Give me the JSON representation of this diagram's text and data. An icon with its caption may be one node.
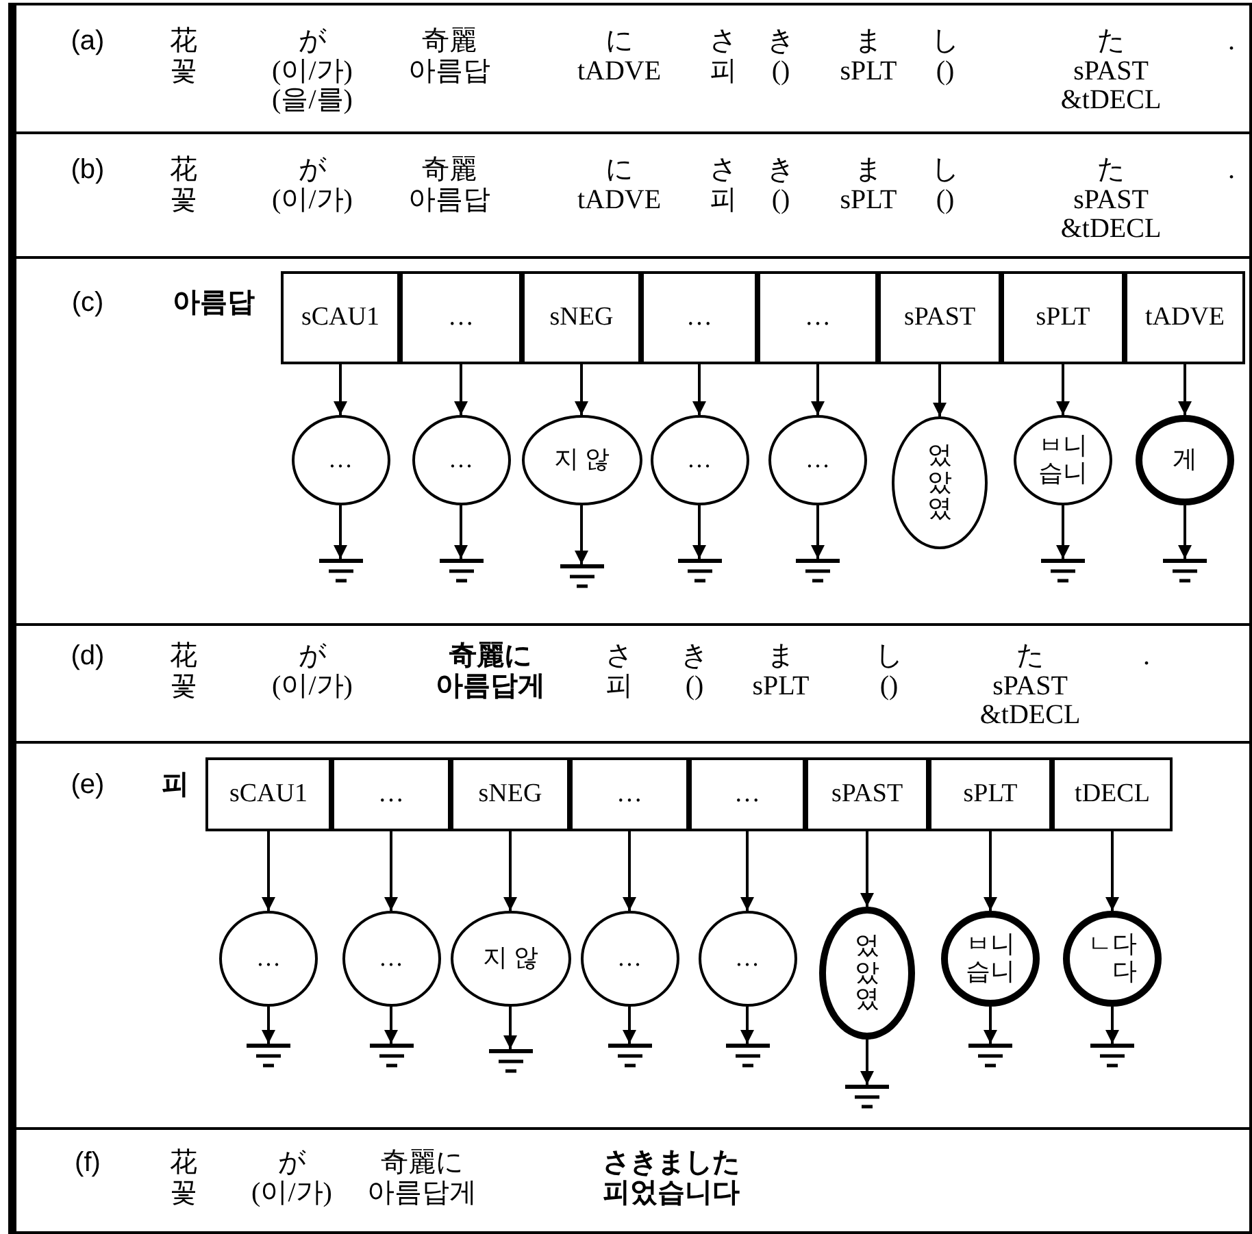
{
  "diagram": {
    "nodes": [
      {
        "text": [
          "(a)",
          "花 꽃",
          "が (이/가) (을/를)",
          "奇麗 아름답",
          "に tADVE",
          "さ 피",
          "き ()",
          "ま sPLT",
          "し ()",
          "た sPAST &tDECL",
          "."
        ]
      },
      {
        "text": [
          "(b)",
          "花 꽃",
          "が (이/가)",
          "奇麗 아름답",
          "に tADVE",
          "さ 피",
          "き ()",
          "ま sPLT",
          "し ()",
          "た sPAST &tDECL",
          "."
        ]
      },
      {
        "text": [
          "(c)",
          "아름답"
        ]
      },
      {
        "text": [
          "sCAU1"
        ],
        "in": 2
      },
      {
        "text": [
          "…"
        ],
        "in": 2
      },
      {
        "text": [
          "sNEG"
        ],
        "in": 2
      },
      {
        "text": [
          "…"
        ],
        "in": 2
      },
      {
        "text": [
          "…"
        ],
        "in": 2
      },
      {
        "text": [
          "sPAST"
        ],
        "in": 2
      },
      {
        "text": [
          "sPLT"
        ],
        "in": 2
      },
      {
        "text": [
          "tADVE"
        ],
        "in": 2
      },
      {
        "text": [
          "…"
        ],
        "in": 2
      },
      {
        "text": [
          "…"
        ],
        "in": 2
      },
      {
        "text": [
          "지 않"
        ],
        "in": 2
      },
      {
        "text": [
          "…"
        ],
        "in": 2
      },
      {
        "text": [
          "…"
        ],
        "in": 2
      },
      {
        "text": [
          "었았였"
        ],
        "in": 2
      },
      {
        "text": [
          "ㅂ니 습니"
        ],
        "in": 2
      },
      {
        "text": [
          "게"
        ],
        "in": 2
      },
      {
        "text": [],
        "shape": "ground",
        "in": 2
      },
      {
        "text": [],
        "shape": "ground",
        "in": 2
      },
      {
        "text": [],
        "shape": "ground",
        "in": 2
      },
      {
        "text": [],
        "shape": "ground",
        "in": 2
      },
      {
        "text": [],
        "shape": "ground",
        "in": 2
      },
      {
        "text": [],
        "shape": "ground",
        "in": 2
      },
      {
        "text": [],
        "shape": "ground",
        "in": 2
      },
      {
        "text": [
          "(d)",
          "花 꽃",
          "が (이/가)",
          "奇麗に 아름답게",
          "さ 피",
          "き ()",
          "ま sPLT",
          "し ()",
          "た sPAST &tDECL",
          "."
        ]
      },
      {
        "text": [
          "(e)",
          "피"
        ]
      },
      {
        "text": [
          "sCAU1"
        ],
        "in": 27
      },
      {
        "text": [
          "…"
        ],
        "in": 27
      },
      {
        "text": [
          "sNEG"
        ],
        "in": 27
      },
      {
        "text": [
          "…"
        ],
        "in": 27
      },
      {
        "text": [
          "…"
        ],
        "in": 27
      },
      {
        "text": [
          "sPAST"
        ],
        "in": 27
      },
      {
        "text": [
          "sPLT"
        ],
        "in": 27
      },
      {
        "text": [
          "tDECL"
        ],
        "in": 27
      },
      {
        "text": [
          "…"
        ],
        "in": 27
      },
      {
        "text": [
          "…"
        ],
        "in": 27
      },
      {
        "text": [
          "지 않"
        ],
        "in": 27
      },
      {
        "text": [
          "…"
        ],
        "in": 27
      },
      {
        "text": [
          "…"
        ],
        "in": 27
      },
      {
        "text": [
          "었았였"
        ],
        "in": 27
      },
      {
        "text": [
          "ㅂ니 습니"
        ],
        "in": 27
      },
      {
        "text": [
          "ㄴ다 다"
        ],
        "in": 27
      },
      {
        "text": [],
        "shape": "ground",
        "in": 27
      },
      {
        "text": [],
        "shape": "ground",
        "in": 27
      },
      {
        "text": [],
        "shape": "ground",
        "in": 27
      },
      {
        "text": [],
        "shape": "ground",
        "in": 27
      },
      {
        "text": [],
        "shape": "ground",
        "in": 27
      },
      {
        "text": [],
        "shape": "ground",
        "in": 27
      },
      {
        "text": [],
        "shape": "ground",
        "in": 27
      },
      {
        "text": [],
        "shape": "ground",
        "in": 27
      },
      {
        "text": [
          "(f)",
          "花 꽃",
          "が (이/가)",
          "奇麗に 아름답게",
          "さきました 피었습니다"
        ]
      }
    ],
    "edges": [
      {
        "from": 3,
        "to": 11,
        "arrow": "to"
      },
      {
        "from": 4,
        "to": 12,
        "arrow": "to"
      },
      {
        "from": 5,
        "to": 13,
        "arrow": "to"
      },
      {
        "from": 6,
        "to": 14,
        "arrow": "to"
      },
      {
        "from": 7,
        "to": 15,
        "arrow": "to"
      },
      {
        "from": 8,
        "to": 16,
        "arrow": "to"
      },
      {
        "from": 9,
        "to": 17,
        "arrow": "to"
      },
      {
        "from": 10,
        "to": 18,
        "arrow": "to"
      },
      {
        "from": 11,
        "to": 19,
        "arrow": "to"
      },
      {
        "from": 12,
        "to": 20,
        "arrow": "to"
      },
      {
        "from": 13,
        "to": 21,
        "arrow": "to"
      },
      {
        "from": 14,
        "to": 22,
        "arrow": "to"
      },
      {
        "from": 15,
        "to": 23,
        "arrow": "to"
      },
      {
        "from": 17,
        "to": 24,
        "arrow": "to"
      },
      {
        "from": 18,
        "to": 25,
        "arrow": "to"
      },
      {
        "from": 28,
        "to": 36,
        "arrow": "to"
      },
      {
        "from": 29,
        "to": 37,
        "arrow": "to"
      },
      {
        "from": 30,
        "to": 38,
        "arrow": "to"
      },
      {
        "from": 31,
        "to": 39,
        "arrow": "to"
      },
      {
        "from": 32,
        "to": 40,
        "arrow": "to"
      },
      {
        "from": 33,
        "to": 41,
        "arrow": "to"
      },
      {
        "from": 34,
        "to": 42,
        "arrow": "to"
      },
      {
        "from": 35,
        "to": 43,
        "arrow": "to"
      },
      {
        "from": 36,
        "to": 44,
        "arrow": "to"
      },
      {
        "from": 37,
        "to": 45,
        "arrow": "to"
      },
      {
        "from": 38,
        "to": 46,
        "arrow": "to"
      },
      {
        "from": 39,
        "to": 47,
        "arrow": "to"
      },
      {
        "from": 40,
        "to": 48,
        "arrow": "to"
      },
      {
        "from": 41,
        "to": 49,
        "arrow": "to"
      },
      {
        "from": 42,
        "to": 50,
        "arrow": "to"
      },
      {
        "from": 43,
        "to": 51,
        "arrow": "to"
      }
    ]
  }
}
